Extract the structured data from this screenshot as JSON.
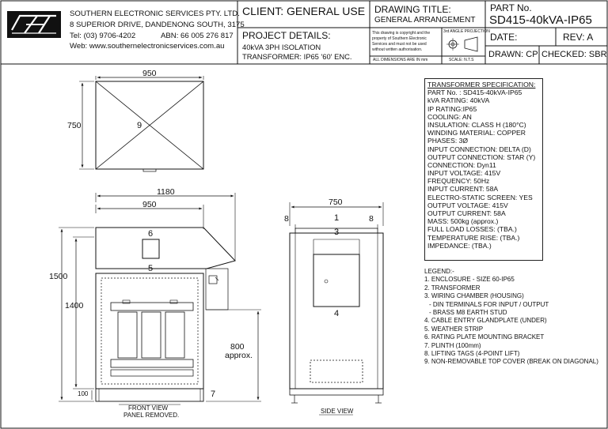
{
  "company": {
    "name": "SOUTHERN ELECTRONIC SERVICES PTY. LTD.",
    "address": "8 SUPERIOR DRIVE, DANDENONG SOUTH, 3175",
    "tel": "Tel: (03) 9706-4202",
    "abn": "ABN: 66 005 276 817",
    "web": "Web: www.southernelectronicservices.com.au"
  },
  "title_block": {
    "client": "CLIENT: GENERAL USE",
    "drawing_title_label": "DRAWING TITLE:",
    "drawing_title": "GENERAL ARRANGEMENT",
    "part_no_label": "PART No.",
    "part_no": "SD415-40kVA-IP65",
    "project_label": "PROJECT DETAILS:",
    "project_line1": "40kVA 3PH ISOLATION",
    "project_line2": "TRANSFORMER: IP65 '60' ENC.",
    "copyright_lines": [
      "This drawing is copyright and the",
      "property of Southern Electronic",
      "Services and must not be used",
      "without written authorisation."
    ],
    "dims_note": "ALL DIMENSIONS ARE IN mm",
    "projection_label": "3rd ANGLE PROJECTION",
    "scale": "SCALE: N.T.S",
    "date_label": "DATE:",
    "rev": "REV: A",
    "drawn": "DRAWN: CP",
    "checked": "CHECKED: SBR"
  },
  "top_view": {
    "width_dim": "950",
    "depth_dim": "750",
    "callout": "9"
  },
  "front_view": {
    "overall_width": "1180",
    "body_width": "950",
    "height_overall": "1500",
    "height_body": "1400",
    "plinth": "100",
    "entry_height": "800",
    "entry_note": "approx.",
    "callouts": {
      "rating_plate": "6",
      "weather_strip": "5",
      "plinth": "7"
    },
    "caption": "FRONT VIEW",
    "subcaption": "PANEL REMOVED."
  },
  "side_view": {
    "depth": "750",
    "lip_left": "8",
    "lip_right": "8",
    "callouts": {
      "enclosure": "1",
      "wiring_chamber": "3",
      "gland": "4"
    },
    "caption": "SIDE VIEW"
  },
  "spec": {
    "heading": "TRANSFORMER SPECIFICATION:",
    "lines": [
      "PART No. : SD415-40kVA-IP65",
      "kVA RATING: 40kVA",
      "IP RATING:IP65",
      "COOLING: AN",
      "INSULATION: CLASS H (180°C)",
      "WINDING MATERIAL: COPPER",
      "PHASES: 3Ø",
      "INPUT CONNECTION: DELTA (D)",
      "OUTPUT CONNECTION: STAR (Y)",
      "CONNECTION: Dyn11",
      "INPUT VOLTAGE: 415V",
      "FREQUENCY: 50Hz",
      "INPUT CURRENT:  58A",
      "ELECTRO-STATIC SCREEN: YES",
      "OUTPUT VOLTAGE: 415V",
      "OUTPUT CURRENT: 58A",
      "MASS: 500kg (approx.)",
      "FULL LOAD LOSSES:  (TBA.)",
      "TEMPERATURE RISE:  (TBA.)",
      "IMPEDANCE:  (TBA.)"
    ]
  },
  "legend": {
    "heading": "LEGEND:-",
    "items": [
      "1. ENCLOSURE - SIZE 60-IP65",
      "2. TRANSFORMER",
      "3. WIRING CHAMBER (HOUSING)",
      "  - DIN TERMINALS FOR INPUT / OUTPUT",
      "  - BRASS M8 EARTH STUD",
      "4. CABLE ENTRY GLANDPLATE (UNDER)",
      "5. WEATHER STRIP",
      "6. RATING PLATE MOUNTING BRACKET",
      "7. PLINTH (100mm)",
      "8. LIFTING TAGS (4-POINT LIFT)",
      "9. NON-REMOVABLE TOP COVER (BREAK ON DIAGONAL)"
    ]
  }
}
